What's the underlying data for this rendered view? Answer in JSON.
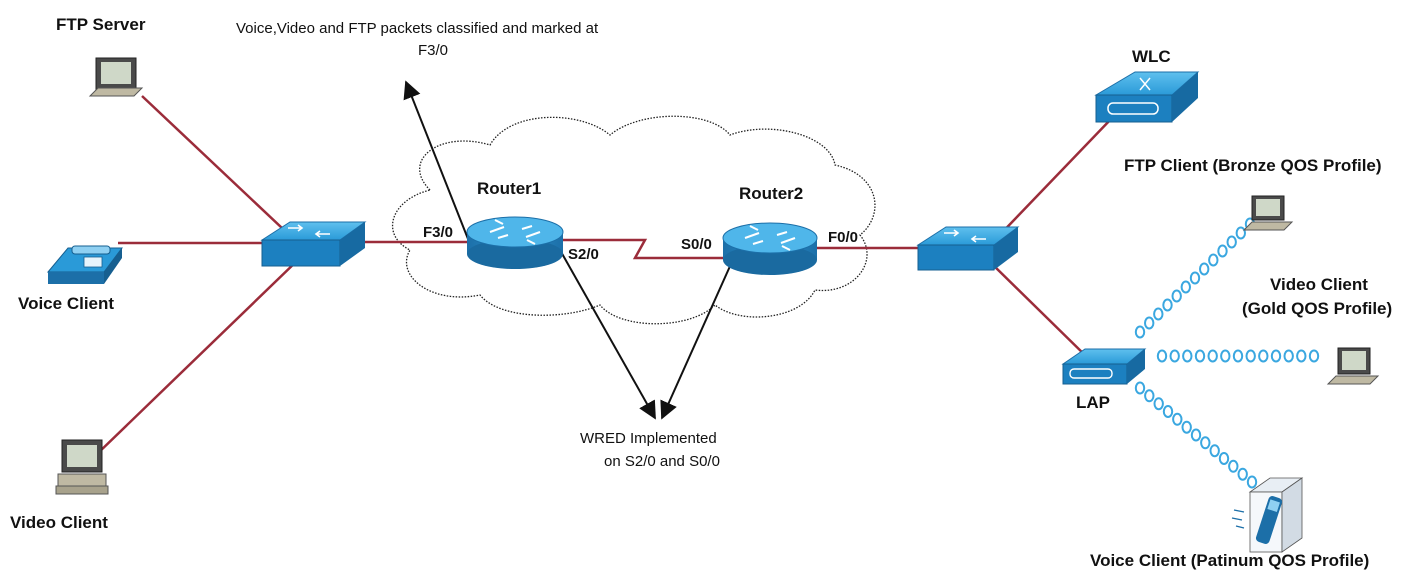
{
  "labels": {
    "ftp_server": "FTP Server",
    "voice_client_left": "Voice Client",
    "video_client_left": "Video Client",
    "router1": "Router1",
    "router2": "Router2",
    "wlc": "WLC",
    "lap": "LAP",
    "ftp_client": "FTP Client (Bronze QOS Profile)",
    "video_client_right_1": "Video Client",
    "video_client_right_2": "(Gold QOS Profile)",
    "voice_client_right": "Voice Client (Patinum QOS Profile)"
  },
  "interfaces": {
    "r1_f30": "F3/0",
    "r1_s20": "S2/0",
    "r2_s00": "S0/0",
    "r2_f00": "F0/0"
  },
  "annotations": {
    "classify_line1": "Voice,Video and FTP packets classified and marked at",
    "classify_line2": "F3/0",
    "wred_line1": "WRED Implemented",
    "wred_line2": "on S2/0 and S0/0"
  },
  "colors": {
    "link": "#9b2c3a",
    "device_blue": "#2a9ad8",
    "device_dark": "#1c6fa8",
    "wireless": "#3aa7e0"
  }
}
